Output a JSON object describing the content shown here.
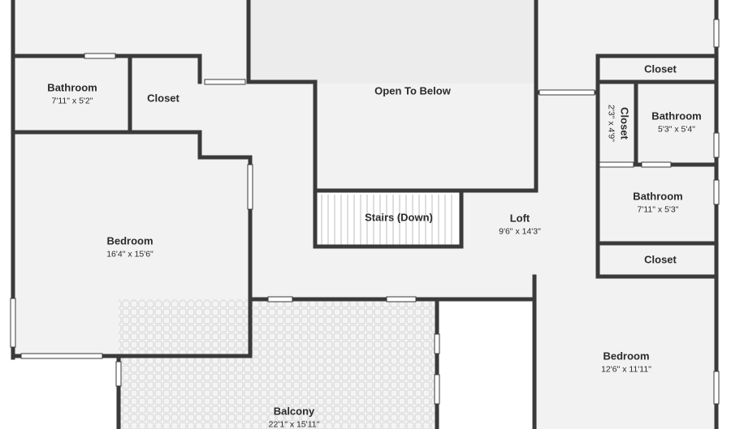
{
  "plan": {
    "rooms": {
      "bathroom_left": {
        "name": "Bathroom",
        "dims": "7'11\" x 5'2\""
      },
      "closet_left": {
        "name": "Closet",
        "dims": ""
      },
      "open_to_below": {
        "name": "Open To Below",
        "dims": ""
      },
      "stairs": {
        "name": "Stairs (Down)",
        "dims": ""
      },
      "loft": {
        "name": "Loft",
        "dims": "9'6\" x 14'3\""
      },
      "bedroom_left": {
        "name": "Bedroom",
        "dims": "16'4\" x 15'6\""
      },
      "balcony": {
        "name": "Balcony",
        "dims": "22'1\" x 15'11\""
      },
      "closet_top_right": {
        "name": "Closet",
        "dims": ""
      },
      "closet_small": {
        "name": "Closet",
        "dims": "2'3\" x 4'9\""
      },
      "bathroom_right_upper": {
        "name": "Bathroom",
        "dims": "5'3\" x 5'4\""
      },
      "bathroom_right_lower": {
        "name": "Bathroom",
        "dims": "7'11\" x 5'3\""
      },
      "closet_right": {
        "name": "Closet",
        "dims": ""
      },
      "bedroom_right": {
        "name": "Bedroom",
        "dims": "12'6\" x 11'11\""
      }
    },
    "colors": {
      "floor": "#f2f2f2",
      "wall": "#3a3a3a",
      "window": "#ffffff",
      "balcony_grid": "#c9c9c9"
    }
  }
}
